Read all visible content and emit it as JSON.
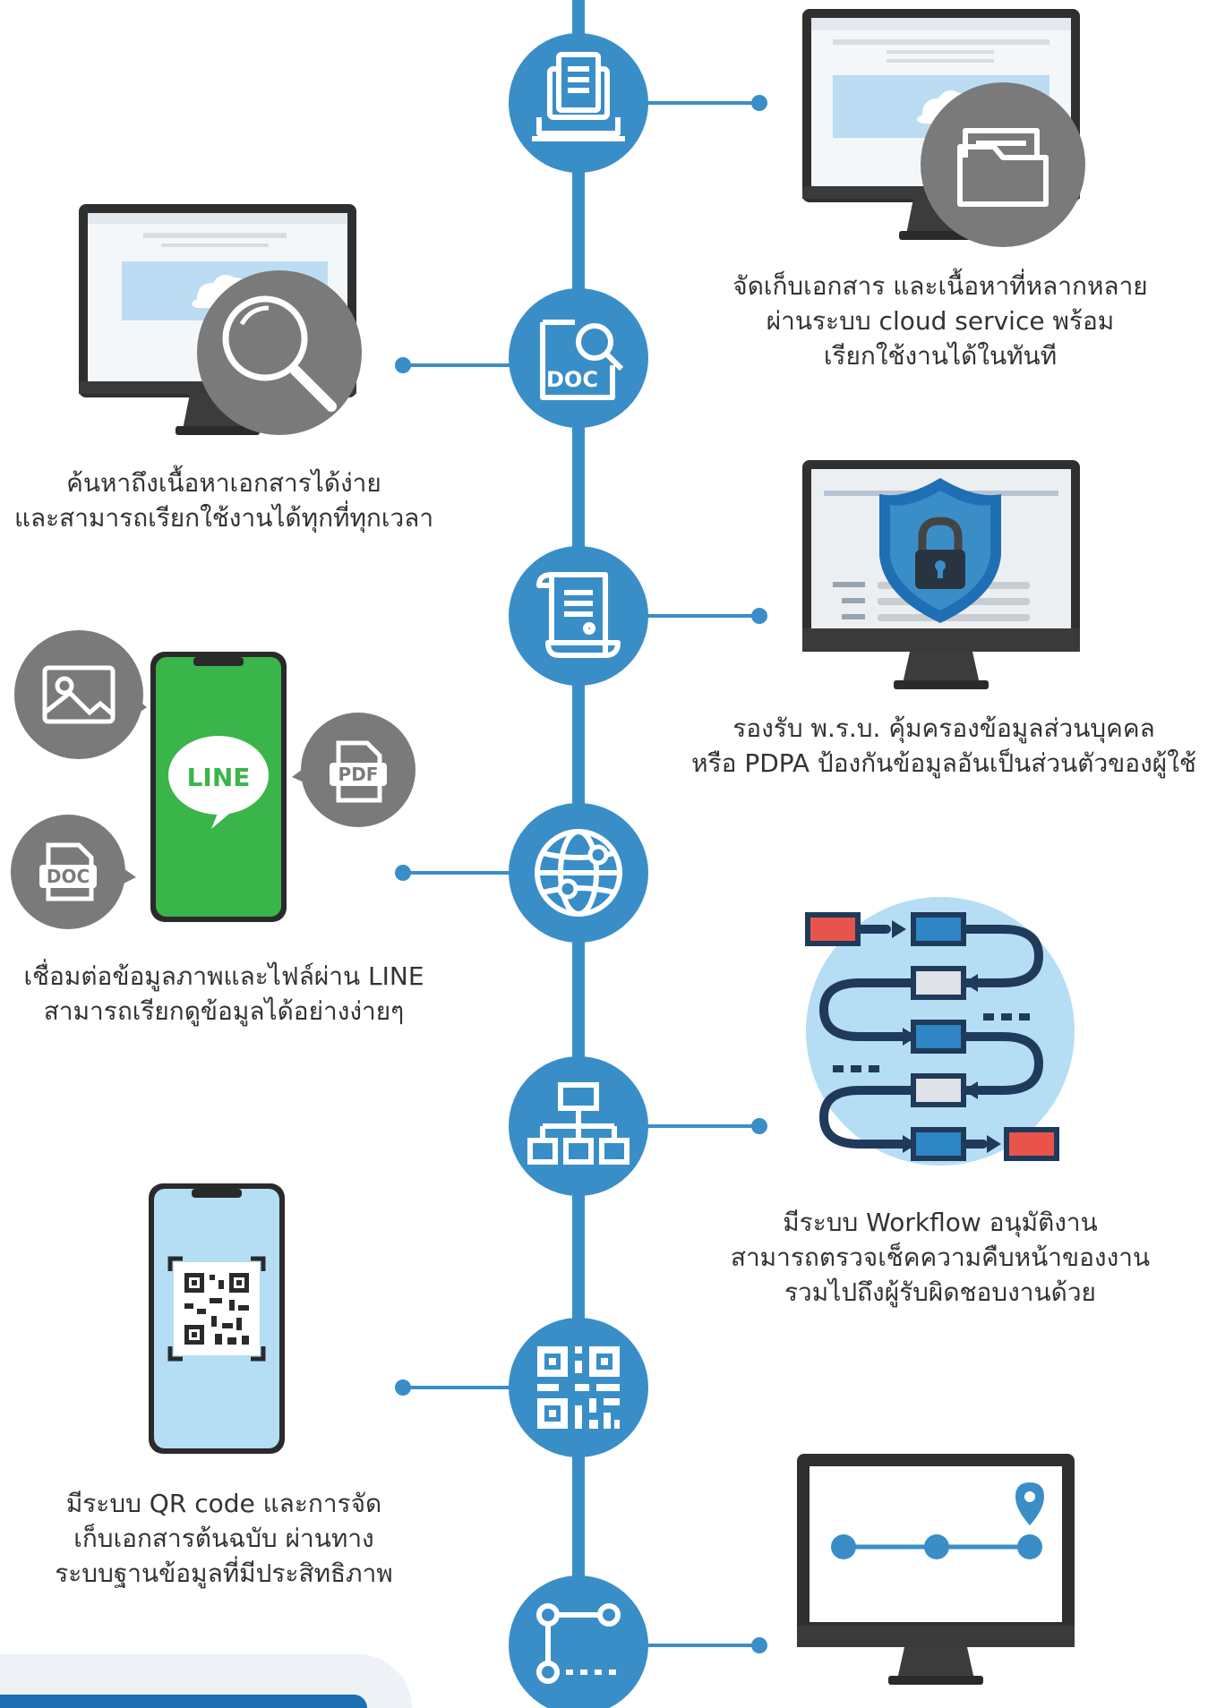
{
  "colors": {
    "timeline_blue": "#3a8ec8",
    "monitor_dark": "#2f2f2f",
    "accent_gray": "#7a7a7a",
    "line_green": "#3ab54a",
    "workflow_red": "#e8544a",
    "workflow_light": "#b5def5"
  },
  "timeline_icons": [
    "document-laptop-icon",
    "doc-search-icon",
    "scroll-contract-icon",
    "globe-network-icon",
    "sitemap-hierarchy-icon",
    "qr-code-icon",
    "route-path-icon"
  ],
  "features": [
    {
      "lines": [
        "จัดเก็บเอกสาร และเนื้อหาที่หลากหลาย",
        "ผ่านระบบ cloud service พร้อม",
        "เรียกใช้งานได้ในทันที"
      ]
    },
    {
      "lines": [
        "ค้นหาถึงเนื้อหาเอกสารได้ง่าย",
        "และสามารถเรียกใช้งานได้ทุกที่ทุกเวลา"
      ]
    },
    {
      "lines": [
        "รองรับ พ.ร.บ. คุ้มครองข้อมูลส่วนบุคคล",
        "หรือ PDPA ป้องกันข้อมูลอันเป็นส่วนตัวของผู้ใช้"
      ]
    },
    {
      "lines": [
        "เชื่อมต่อข้อมูลภาพและไฟล์ผ่าน LINE",
        "สามารถเรียกดูข้อมูลได้อย่างง่ายๆ"
      ]
    },
    {
      "lines": [
        "มีระบบ Workflow อนุมัติงาน",
        "สามารถตรวจเช็คความคืบหน้าของงาน",
        "รวมไปถึงผู้รับผิดชอบงานด้วย"
      ]
    },
    {
      "lines": [
        "มีระบบ QR code และการจัด",
        "เก็บเอกสารต้นฉบับ ผ่านทาง",
        "ระบบฐานข้อมูลที่มีประสิทธิภาพ"
      ]
    }
  ],
  "icon_labels": {
    "doc": "DOC",
    "pdf": "PDF",
    "line": "LINE"
  }
}
